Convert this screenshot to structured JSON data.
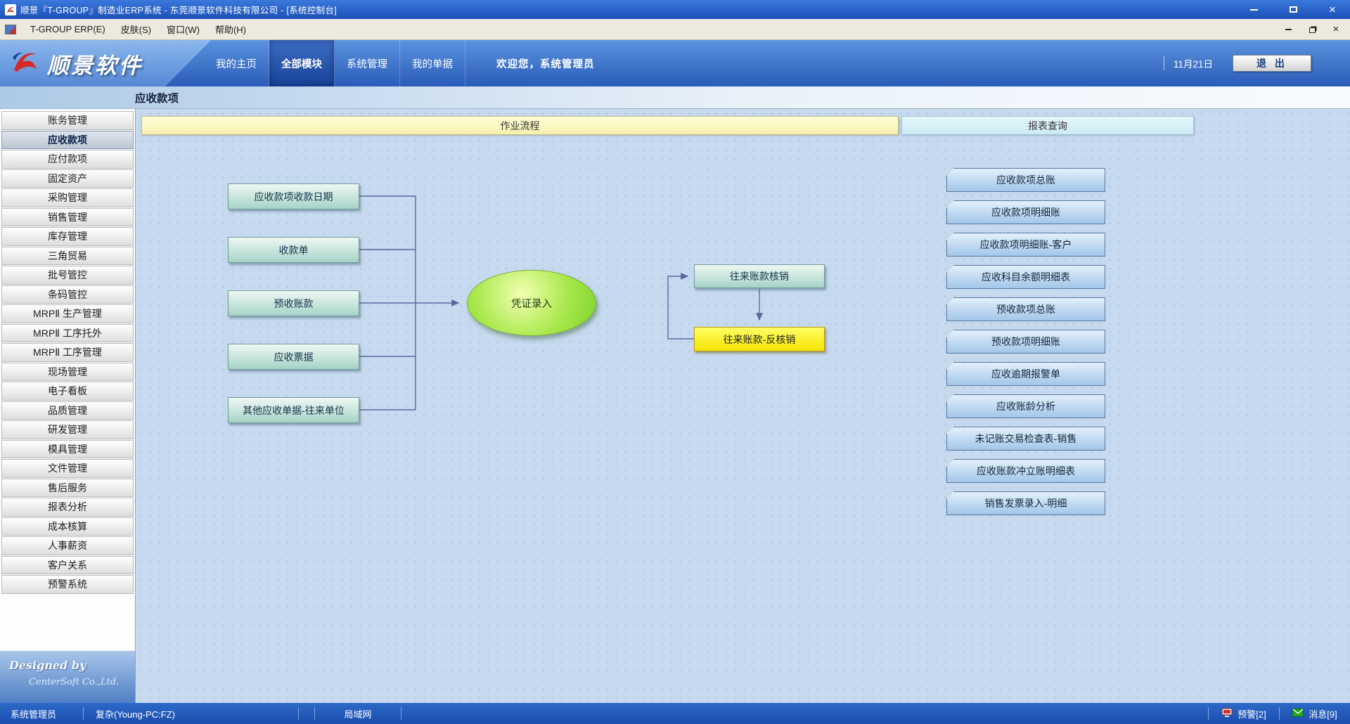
{
  "window": {
    "title": "顺景『T-GROUP』制造业ERP系统 - 东莞顺景软件科技有限公司 - [系统控制台]"
  },
  "menubar": {
    "items": [
      "T-GROUP ERP(E)",
      "皮肤(S)",
      "窗口(W)",
      "帮助(H)"
    ]
  },
  "header": {
    "logo": "顺景软件",
    "tabs": [
      "我的主页",
      "全部模块",
      "系统管理",
      "我的单据"
    ],
    "active_tab": 1,
    "welcome": "欢迎您，系统管理员",
    "date": "11月21日",
    "exit": "退 出"
  },
  "page_title": "应收款项",
  "sidebar": {
    "items": [
      "账务管理",
      "应收款项",
      "应付款项",
      "固定资产",
      "采购管理",
      "销售管理",
      "库存管理",
      "三角贸易",
      "批号管控",
      "条码管控",
      "MRPⅡ 生产管理",
      "MRPⅡ 工序托外",
      "MRPⅡ 工序管理",
      "现场管理",
      "电子看板",
      "品质管理",
      "研发管理",
      "模具管理",
      "文件管理",
      "售后服务",
      "报表分析",
      "成本核算",
      "人事薪资",
      "客户关系",
      "预警系统"
    ],
    "selected_index": 1,
    "designed_by": "Designed by",
    "company": "CenterSoft Co.,Ltd."
  },
  "main": {
    "flow_header": "作业流程",
    "report_header": "报表查询",
    "flow": {
      "sources": [
        "应收款项收款日期",
        "收款单",
        "预收账款",
        "应收票据",
        "其他应收单据-往来单位"
      ],
      "center": "凭证录入",
      "verify": "往来账款核销",
      "reverse": "往来账款-反核销"
    },
    "reports": [
      "应收款项总账",
      "应收款项明细账",
      "应收款项明细账-客户",
      "应收科目余额明细表",
      "预收款项总账",
      "预收款项明细账",
      "应收逾期报警单",
      "应收账龄分析",
      "未记账交易检查表-销售",
      "应收账款冲立账明细表",
      "销售发票录入-明细"
    ]
  },
  "statusbar": {
    "user": "系统管理员",
    "host": "复杂(Young-PC:FZ)",
    "network": "局域网",
    "alerts": "预警[2]",
    "messages": "消息[9]"
  },
  "colors": {
    "accent_blue": "#2a5cb8",
    "highlight_yellow": "#f5e400",
    "node_green": "#8cdc28"
  }
}
